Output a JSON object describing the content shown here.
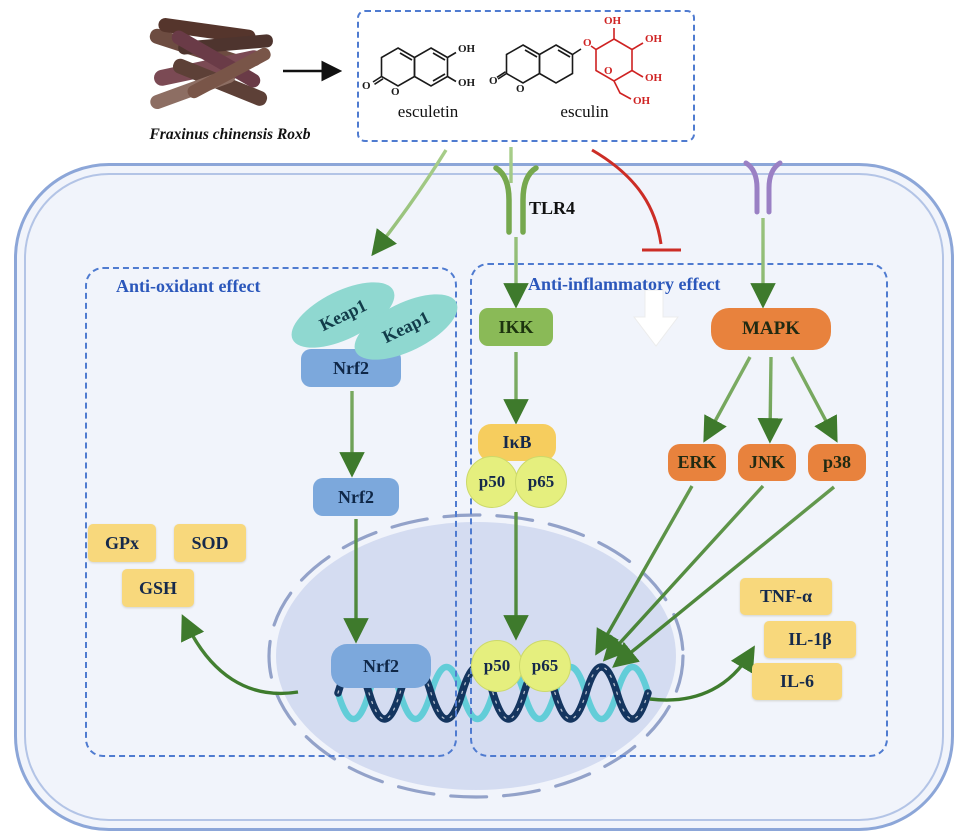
{
  "figure": {
    "plant_label": "Fraxinus chinensis Roxb",
    "compound_left": "esculetin",
    "compound_right": "esculin"
  },
  "receptors": {
    "tlr4": "TLR4"
  },
  "sections": {
    "antioxidant": "Anti-oxidant effect",
    "antiinflammatory": "Anti-inflammatory effect"
  },
  "nodes": {
    "keap1_a": "Keap1",
    "keap1_b": "Keap1",
    "nrf2_bound": "Nrf2",
    "nrf2_free": "Nrf2",
    "nrf2_nuclear": "Nrf2",
    "gpx": "GPx",
    "sod": "SOD",
    "gsh": "GSH",
    "ikk": "IKK",
    "ikb": "IκB",
    "p50_cyto": "p50",
    "p65_cyto": "p65",
    "p50_nuclear": "p50",
    "p65_nuclear": "p65",
    "mapk": "MAPK",
    "erk": "ERK",
    "jnk": "JNK",
    "p38": "p38",
    "tnf_alpha": "TNF-α",
    "il1_beta": "IL-1β",
    "il6": "IL-6"
  },
  "chem": {
    "oh": "OH",
    "o": "O"
  },
  "colors": {
    "cell_border": "#8ca6d8",
    "dashed_border": "#4f7bd0",
    "section_title": "#2b57bb",
    "keap1": "#8fd8d0",
    "nrf2": "#7ca8dc",
    "ikk_green": "#8aba57",
    "ikb_yellow": "#f6cd5e",
    "p_subunit": "#e5ef7e",
    "mapk_orange": "#e8823d",
    "product_yellow": "#f8d87c",
    "arrow_green": "#3e7a2c",
    "inhibition_red": "#cc2d26",
    "nucleus_fill": "#c5cfeb",
    "esculin_sugar_red": "#cf2222"
  }
}
